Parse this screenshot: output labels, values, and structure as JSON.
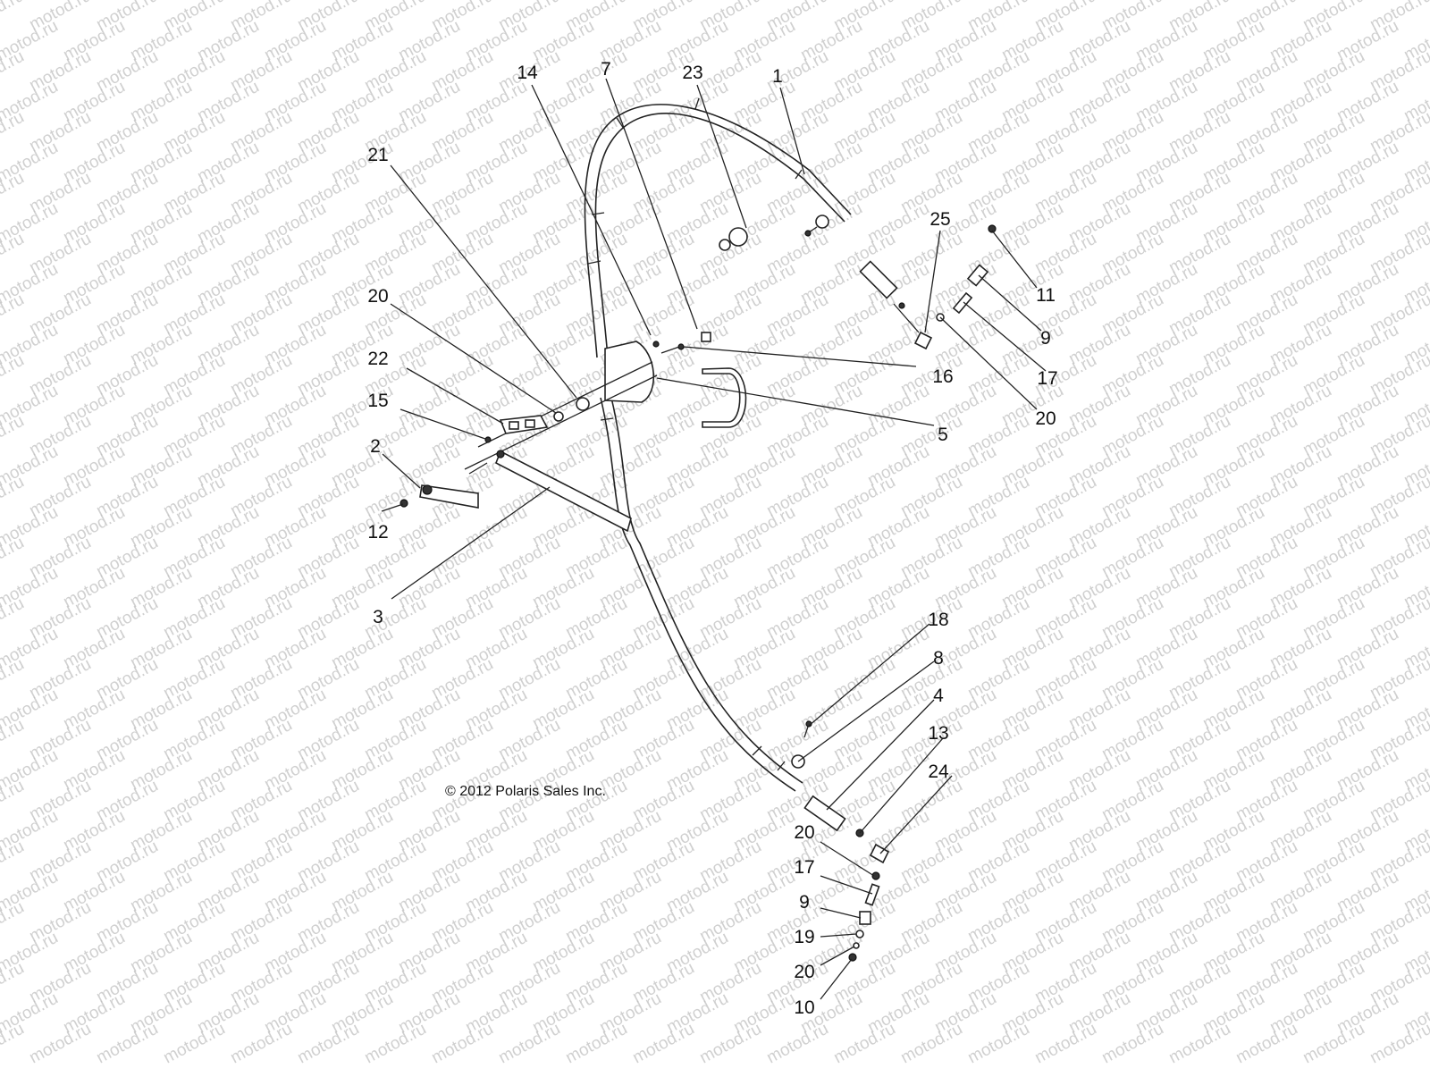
{
  "watermark": "motod.ru",
  "copyright": "© 2012 Polaris Sales Inc.",
  "callouts": [
    {
      "id": "c14",
      "label": "14"
    },
    {
      "id": "c7",
      "label": "7"
    },
    {
      "id": "c23",
      "label": "23"
    },
    {
      "id": "c1",
      "label": "1"
    },
    {
      "id": "c21",
      "label": "21"
    },
    {
      "id": "c25",
      "label": "25"
    },
    {
      "id": "c11",
      "label": "11"
    },
    {
      "id": "c20a",
      "label": "20"
    },
    {
      "id": "c9a",
      "label": "9"
    },
    {
      "id": "c22",
      "label": "22"
    },
    {
      "id": "c16",
      "label": "16"
    },
    {
      "id": "c17a",
      "label": "17"
    },
    {
      "id": "c15",
      "label": "15"
    },
    {
      "id": "c20b",
      "label": "20"
    },
    {
      "id": "c2",
      "label": "2"
    },
    {
      "id": "c5",
      "label": "5"
    },
    {
      "id": "c12",
      "label": "12"
    },
    {
      "id": "c3",
      "label": "3"
    },
    {
      "id": "c18",
      "label": "18"
    },
    {
      "id": "c8",
      "label": "8"
    },
    {
      "id": "c4",
      "label": "4"
    },
    {
      "id": "c13",
      "label": "13"
    },
    {
      "id": "c24",
      "label": "24"
    },
    {
      "id": "c20c",
      "label": "20"
    },
    {
      "id": "c17b",
      "label": "17"
    },
    {
      "id": "c9b",
      "label": "9"
    },
    {
      "id": "c19",
      "label": "19"
    },
    {
      "id": "c20d",
      "label": "20"
    },
    {
      "id": "c10",
      "label": "10"
    }
  ]
}
